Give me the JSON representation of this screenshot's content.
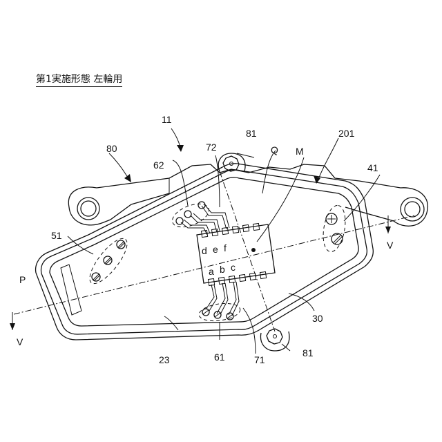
{
  "title": "第1実施形態 左輪用",
  "labels": {
    "n11": "11",
    "n80": "80",
    "n62": "62",
    "n72": "72",
    "n81_top": "81",
    "q": "Q",
    "m": "M",
    "n201": "201",
    "n41": "41",
    "n51": "51",
    "p": "P",
    "v_left": "V",
    "v_right": "V",
    "n30": "30",
    "n23": "23",
    "n61": "61",
    "n71": "71",
    "n81_bottom": "81",
    "pin_d": "d",
    "pin_e": "e",
    "pin_f": "f",
    "pin_a": "a",
    "pin_b": "b",
    "pin_c": "c"
  }
}
